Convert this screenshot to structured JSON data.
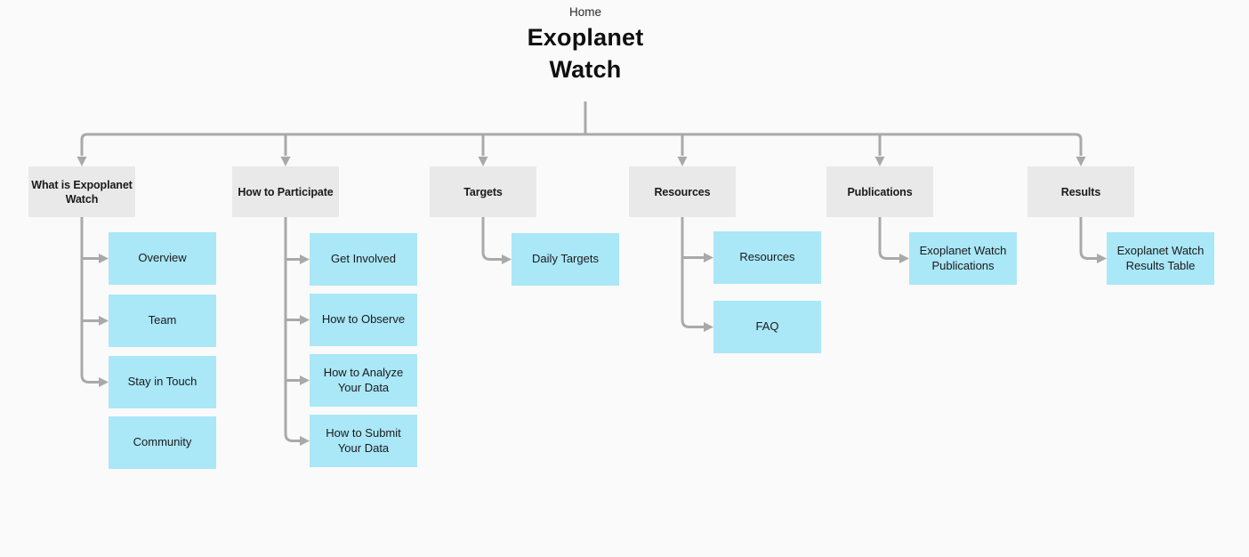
{
  "page": {
    "background": "#fafafa"
  },
  "colors": {
    "background": "#fafafa",
    "parent_box": "#e9e9e9",
    "child_box": "#aae7f7",
    "connector": "#a9a9a9",
    "text_dark": "#1a1a1a"
  },
  "home": {
    "breadcrumb": "Home",
    "title": "Exoplanet Watch",
    "title_lines": [
      "Exoplanet",
      "Watch"
    ]
  },
  "branches": [
    {
      "label": "What is Expoplanet Watch",
      "children": [
        "Overview",
        "Team",
        "Stay in Touch",
        "Community"
      ]
    },
    {
      "label": "How to Participate",
      "children": [
        "Get Involved",
        "How to Observe",
        "How to Analyze Your Data",
        "How to Submit Your Data"
      ]
    },
    {
      "label": "Targets",
      "children": [
        "Daily Targets"
      ]
    },
    {
      "label": "Resources",
      "children": [
        "Resources",
        "FAQ"
      ]
    },
    {
      "label": "Publications",
      "children": [
        "Exoplanet Watch Publications"
      ]
    },
    {
      "label": "Results",
      "children": [
        "Exoplanet Watch Results Table"
      ]
    }
  ]
}
